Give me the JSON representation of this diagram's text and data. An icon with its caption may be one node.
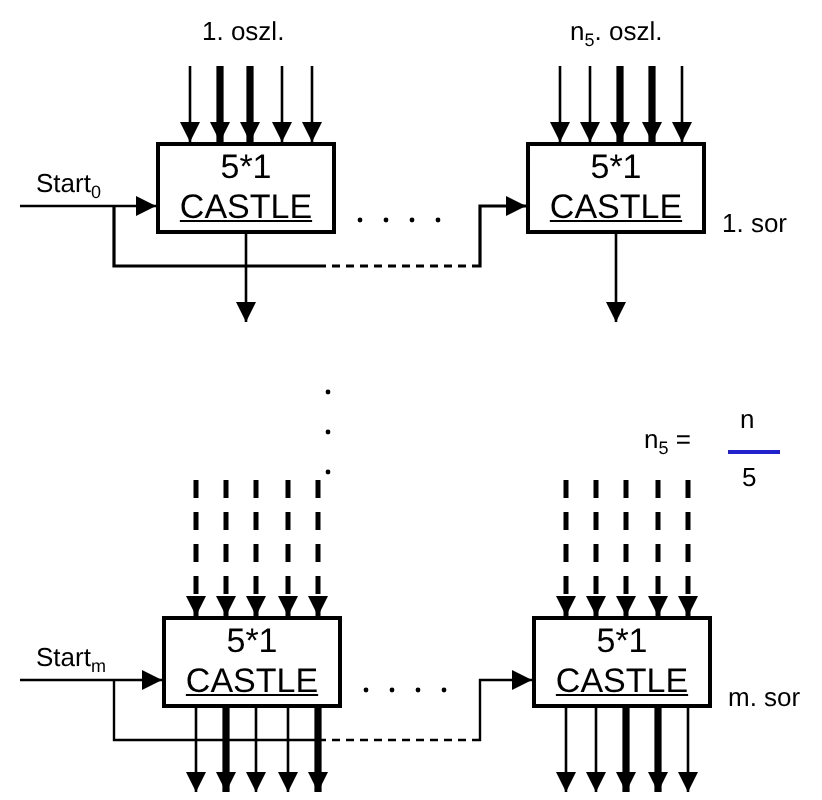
{
  "diagram": {
    "nodes": [
      {
        "text": [
          "5*1",
          "CASTLE"
        ]
      },
      {
        "text": [
          "5*1",
          "CASTLE"
        ],
        "beside": [
          "1. sor"
        ]
      },
      {
        "text": [
          "5*1",
          "CASTLE"
        ]
      },
      {
        "text": [
          "5*1",
          "CASTLE"
        ],
        "beside": [
          "m. sor"
        ]
      }
    ],
    "edges": [
      {
        "from": null,
        "to": 0,
        "arrow": "to",
        "label": "Start$_{0}$"
      },
      {
        "from": null,
        "to": 1,
        "arrow": "to",
        "style": "dashed"
      },
      {
        "from": null,
        "to": 0,
        "arrow": "to"
      },
      {
        "from": null,
        "to": 0,
        "arrow": "to",
        "style": "thick"
      },
      {
        "from": null,
        "to": 0,
        "arrow": "to",
        "style": "thick"
      },
      {
        "from": null,
        "to": 0,
        "arrow": "to"
      },
      {
        "from": null,
        "to": 0,
        "arrow": "to"
      },
      {
        "from": null,
        "to": 1,
        "arrow": "to"
      },
      {
        "from": null,
        "to": 1,
        "arrow": "to"
      },
      {
        "from": null,
        "to": 1,
        "arrow": "to",
        "style": "thick"
      },
      {
        "from": null,
        "to": 1,
        "arrow": "to",
        "style": "thick"
      },
      {
        "from": null,
        "to": 1,
        "arrow": "to"
      },
      {
        "from": 0,
        "to": null,
        "arrow": "to"
      },
      {
        "from": 1,
        "to": null,
        "arrow": "to"
      },
      {
        "from": null,
        "to": 2,
        "arrow": "to",
        "label": "Start$_{m}$"
      },
      {
        "from": null,
        "to": 3,
        "arrow": "to",
        "style": "dashed"
      },
      {
        "from": null,
        "to": 2,
        "arrow": "to",
        "style": "dashed"
      },
      {
        "from": null,
        "to": 2,
        "arrow": "to",
        "style": "dashed"
      },
      {
        "from": null,
        "to": 2,
        "arrow": "to",
        "style": "dashed"
      },
      {
        "from": null,
        "to": 2,
        "arrow": "to",
        "style": "dashed"
      },
      {
        "from": null,
        "to": 2,
        "arrow": "to",
        "style": "dashed"
      },
      {
        "from": null,
        "to": 3,
        "arrow": "to",
        "style": "dashed"
      },
      {
        "from": null,
        "to": 3,
        "arrow": "to",
        "style": "dashed"
      },
      {
        "from": null,
        "to": 3,
        "arrow": "to",
        "style": "dashed"
      },
      {
        "from": null,
        "to": 3,
        "arrow": "to",
        "style": "dashed"
      },
      {
        "from": null,
        "to": 3,
        "arrow": "to",
        "style": "dashed"
      },
      {
        "from": 2,
        "to": null,
        "arrow": "to"
      },
      {
        "from": 2,
        "to": null,
        "arrow": "to",
        "style": "thick"
      },
      {
        "from": 2,
        "to": null,
        "arrow": "to"
      },
      {
        "from": 2,
        "to": null,
        "arrow": "to"
      },
      {
        "from": 2,
        "to": null,
        "arrow": "to",
        "style": "thick"
      },
      {
        "from": 3,
        "to": null,
        "arrow": "to"
      },
      {
        "from": 3,
        "to": null,
        "arrow": "to"
      },
      {
        "from": 3,
        "to": null,
        "arrow": "to",
        "style": "thick"
      },
      {
        "from": 3,
        "to": null,
        "arrow": "to",
        "style": "thick"
      },
      {
        "from": 3,
        "to": null,
        "arrow": "to"
      }
    ],
    "labels": [
      "1. oszl.",
      "n$_{5}$. oszl.",
      "n$_{5}$ =",
      "n",
      "5"
    ]
  }
}
